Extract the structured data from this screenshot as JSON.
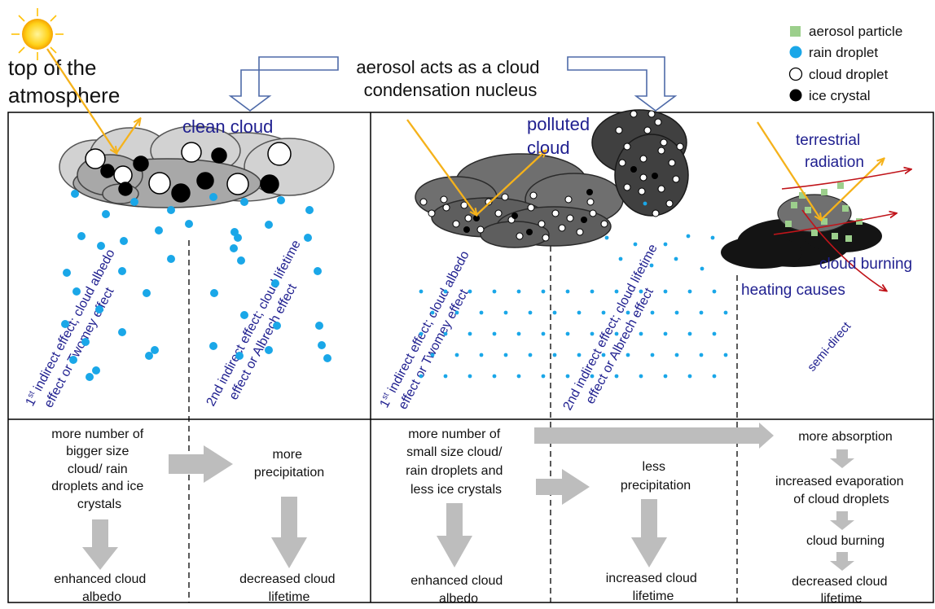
{
  "title": {
    "top_of_atmosphere": [
      "top of the",
      "atmosphere"
    ],
    "nucleus": [
      "aerosol acts as a cloud",
      "condensation nucleus"
    ]
  },
  "legend": {
    "aerosol": "aerosol particle",
    "rain": "rain droplet",
    "cloud": "cloud droplet",
    "ice": "ice crystal"
  },
  "clouds": {
    "clean": "clean cloud",
    "polluted": [
      "polluted",
      "cloud"
    ],
    "terrestrial": [
      "terrestrial",
      "radiation"
    ],
    "burning": "cloud burning",
    "heating": "heating causes"
  },
  "effects": {
    "first_a": {
      "sup": "st",
      "lines": [
        "1",
        " indirect effect; cloud albedo",
        "effect or Twomey effect"
      ]
    },
    "second_a": [
      "2nd indirect effect; cloud lifetime",
      "effect or Albrech effect"
    ],
    "first_b": {
      "sup": "st",
      "lines": [
        "1",
        " indirect effect; cloud albedo",
        "effect or Twomey effect"
      ]
    },
    "second_b": [
      "2nd indirect effect; cloud lifetime",
      "effect or Albrech effect"
    ],
    "semi": "semi-direct"
  },
  "bottom": {
    "clean_cause": [
      "more number of",
      "bigger size",
      "cloud/ rain",
      "droplets and ice",
      "crystals"
    ],
    "clean_precip": [
      "more",
      "precipitation"
    ],
    "clean_albedo": [
      "enhanced  cloud",
      "albedo"
    ],
    "clean_lifetime": [
      "decreased  cloud",
      "lifetime"
    ],
    "poll_cause": [
      "more number of",
      "small size cloud/",
      "rain droplets and",
      "less ice crystals"
    ],
    "poll_precip": [
      "less",
      "precipitation"
    ],
    "poll_albedo": [
      "enhanced  cloud",
      "albedo"
    ],
    "poll_lifetime": [
      "increased  cloud",
      "lifetime"
    ],
    "semi_1": "more absorption",
    "semi_2": [
      "increased evaporation",
      "of cloud droplets"
    ],
    "semi_3": "cloud burning",
    "semi_4": [
      "decreased  cloud",
      "lifetime"
    ]
  },
  "colors": {
    "rain": "#1aa7e8",
    "aerosol": "#9ccf8c",
    "sun_ray": "#f5b21b",
    "label_blue": "#1f1f8f",
    "heat_red": "#c0141a",
    "arrow_gray": "#bdbdbd"
  },
  "icons": [
    "sun-icon",
    "aerosol-particle-icon",
    "rain-droplet-icon",
    "cloud-droplet-icon",
    "ice-crystal-icon"
  ]
}
